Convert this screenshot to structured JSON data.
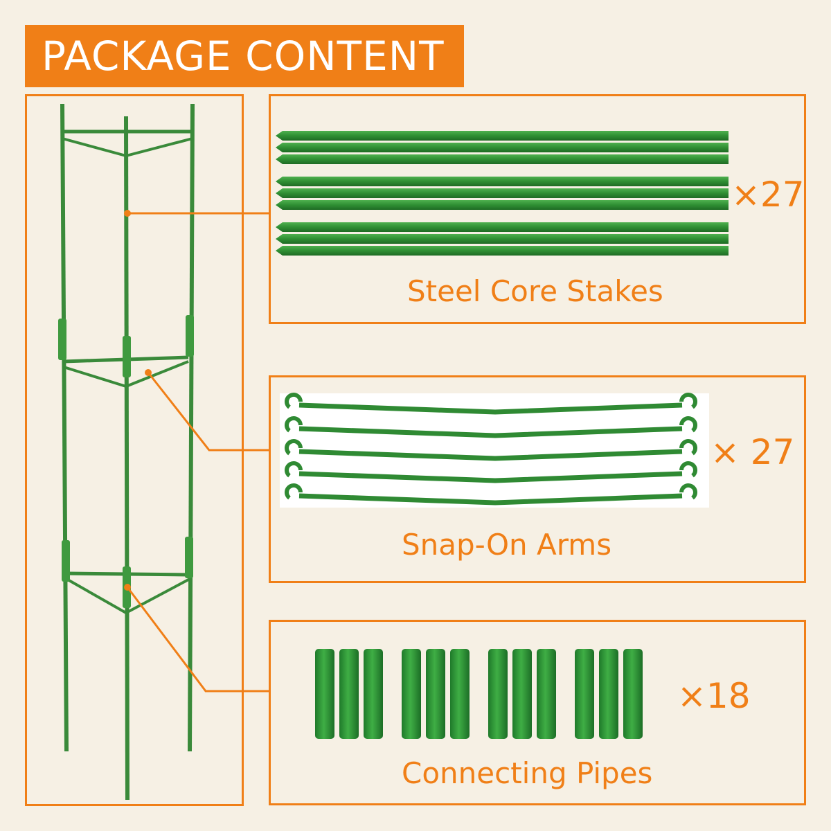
{
  "header": {
    "title": "PACKAGE CONTENT"
  },
  "colors": {
    "accent": "#f07f17",
    "green": "#2e8b2e",
    "background": "#f6f0e4"
  },
  "items": [
    {
      "label": "Steel Core Stakes",
      "quantity": "×27",
      "icon": "stake-icon"
    },
    {
      "label": "Snap-On Arms",
      "quantity": "× 27",
      "icon": "snap-arm-icon"
    },
    {
      "label": "Connecting Pipes",
      "quantity": "×18",
      "icon": "pipe-icon"
    }
  ]
}
